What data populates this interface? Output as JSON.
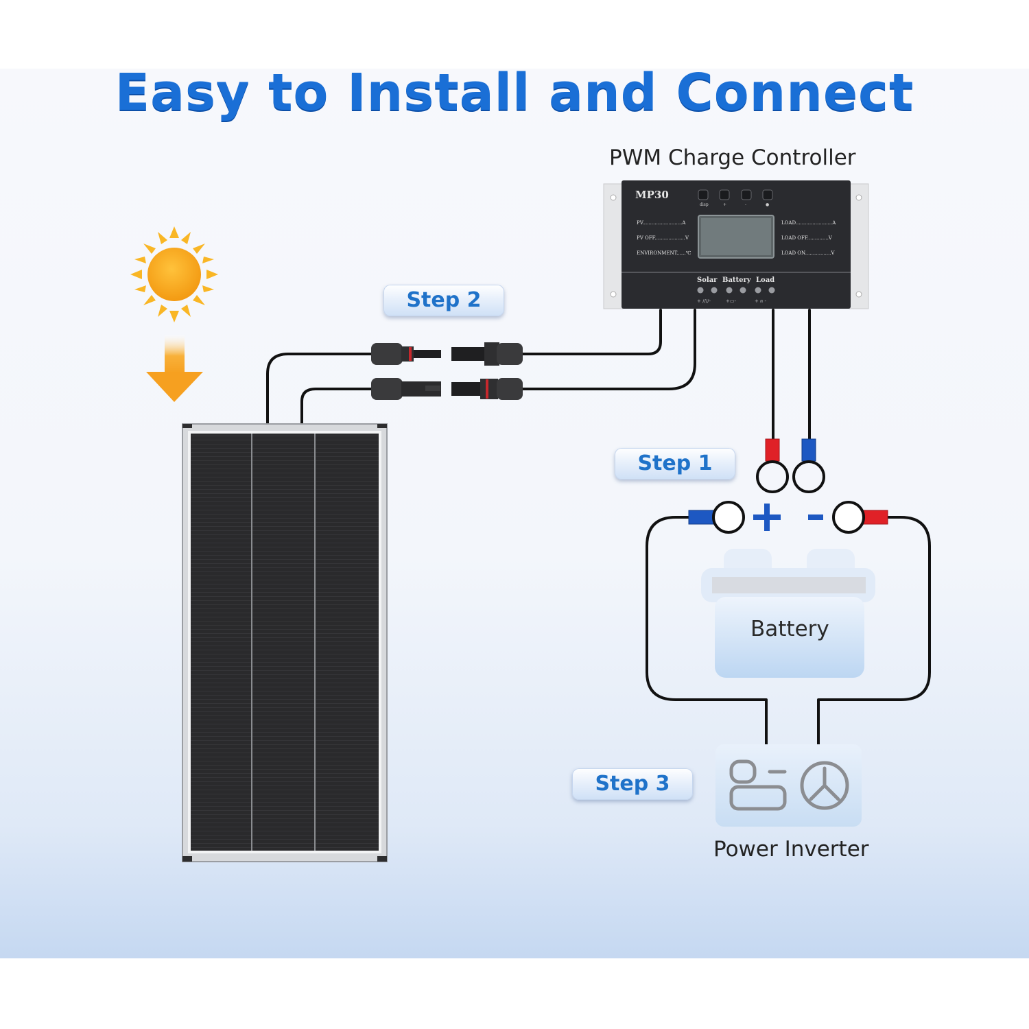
{
  "title": "Easy to Install and Connect",
  "controller": {
    "label": "PWM Charge Controller",
    "model": "MP30",
    "left_rows": [
      "PV..........................A",
      "PV OFF....................V",
      "ENVIRONMENT......℃"
    ],
    "right_rows": [
      "LOAD........................A",
      "LOAD OFF..............V",
      "LOAD ON.................V"
    ],
    "buttons": [
      "disp",
      "+",
      "-",
      "bulb-icon"
    ],
    "terminals": [
      "Solar",
      "Battery",
      "Load"
    ]
  },
  "steps": {
    "step1": "Step 1",
    "step2": "Step 2",
    "step3": "Step 3"
  },
  "battery": {
    "label": "Battery",
    "positive": "+",
    "negative": "-"
  },
  "inverter": {
    "label": "Power Inverter"
  },
  "colors": {
    "title": "#1a6fd6",
    "step_text": "#1f72c9",
    "sun": "#f7a21b",
    "arrow": "#f6a623",
    "positive": "#e02127",
    "negative": "#1d58c2",
    "cable": "#111111",
    "controller_body": "#2a2b2f",
    "panel": "#2b2b2d"
  }
}
